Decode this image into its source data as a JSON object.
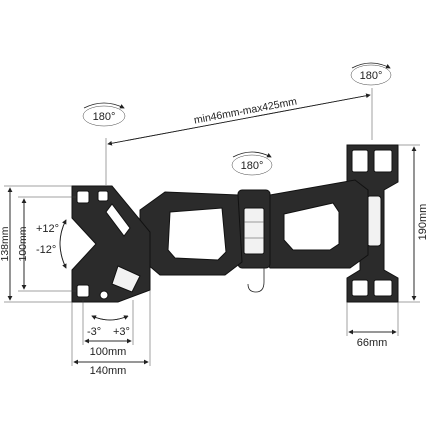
{
  "rotation_labels": {
    "top_right": "180°",
    "top_left": "180°",
    "middle": "180°"
  },
  "extension_label": "min46mm-max425mm",
  "tilt": {
    "up": "+12°",
    "down": "-12°"
  },
  "swivel": {
    "left": "-3°",
    "right": "+3°"
  },
  "dimensions": {
    "plate_height": "138mm",
    "vesa_vertical": "100mm",
    "vesa_horizontal": "100mm",
    "plate_width": "140mm",
    "wall_plate_height": "190mm",
    "wall_plate_width": "66mm"
  }
}
